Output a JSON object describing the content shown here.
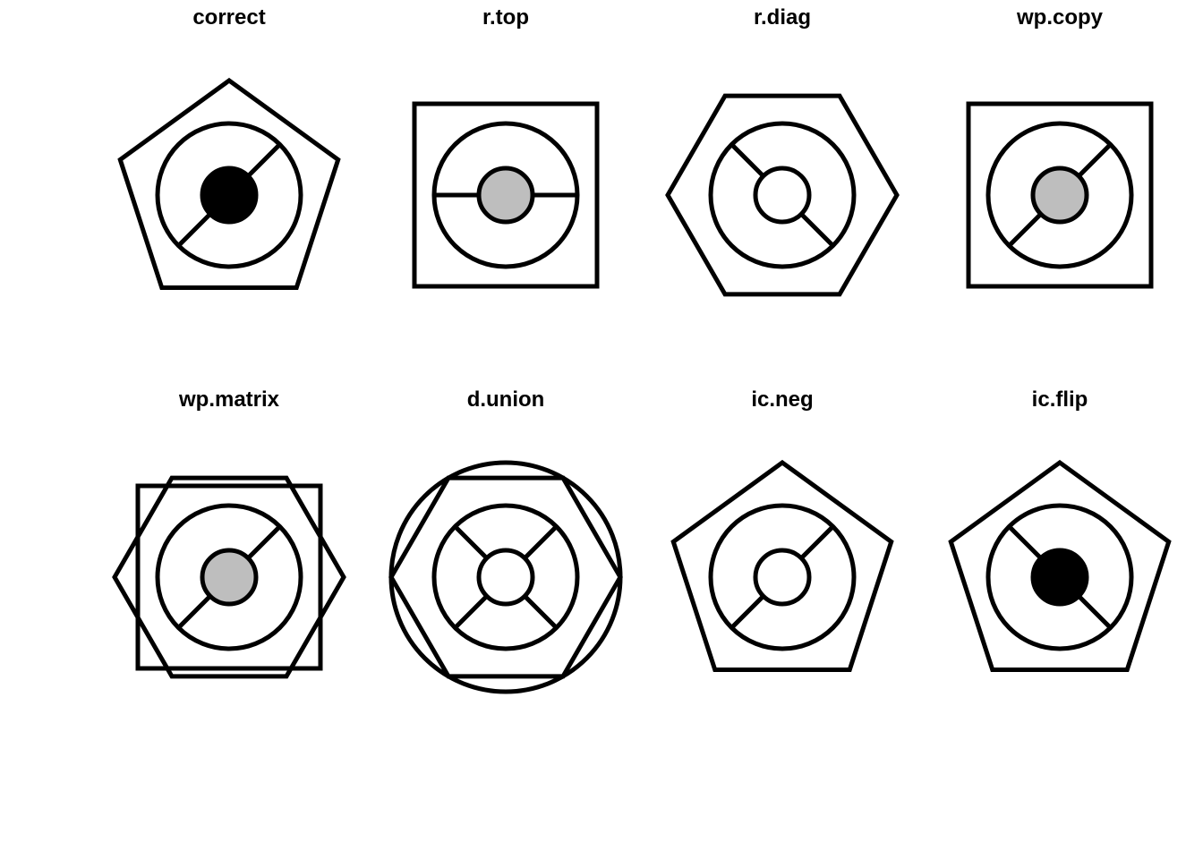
{
  "figure": {
    "panels": [
      {
        "title": "correct",
        "outer_shape": [
          "pentagon"
        ],
        "diameter_lines": [
          "diag-up"
        ],
        "center_fill": "#000000"
      },
      {
        "title": "r.top",
        "outer_shape": [
          "square"
        ],
        "diameter_lines": [
          "horizontal"
        ],
        "center_fill": "#bebebe"
      },
      {
        "title": "r.diag",
        "outer_shape": [
          "hexagon"
        ],
        "diameter_lines": [
          "diag-down"
        ],
        "center_fill": "#ffffff"
      },
      {
        "title": "wp.copy",
        "outer_shape": [
          "square"
        ],
        "diameter_lines": [
          "diag-up"
        ],
        "center_fill": "#bebebe"
      },
      {
        "title": "wp.matrix",
        "outer_shape": [
          "square",
          "hexagon"
        ],
        "diameter_lines": [
          "diag-up"
        ],
        "center_fill": "#bebebe"
      },
      {
        "title": "d.union",
        "outer_shape": [
          "circle",
          "hexagon"
        ],
        "diameter_lines": [
          "diag-up",
          "diag-down"
        ],
        "center_fill": "#ffffff"
      },
      {
        "title": "ic.neg",
        "outer_shape": [
          "pentagon"
        ],
        "diameter_lines": [
          "diag-up"
        ],
        "center_fill": "#ffffff"
      },
      {
        "title": "ic.flip",
        "outer_shape": [
          "pentagon"
        ],
        "diameter_lines": [
          "diag-down"
        ],
        "center_fill": "#000000"
      }
    ]
  }
}
